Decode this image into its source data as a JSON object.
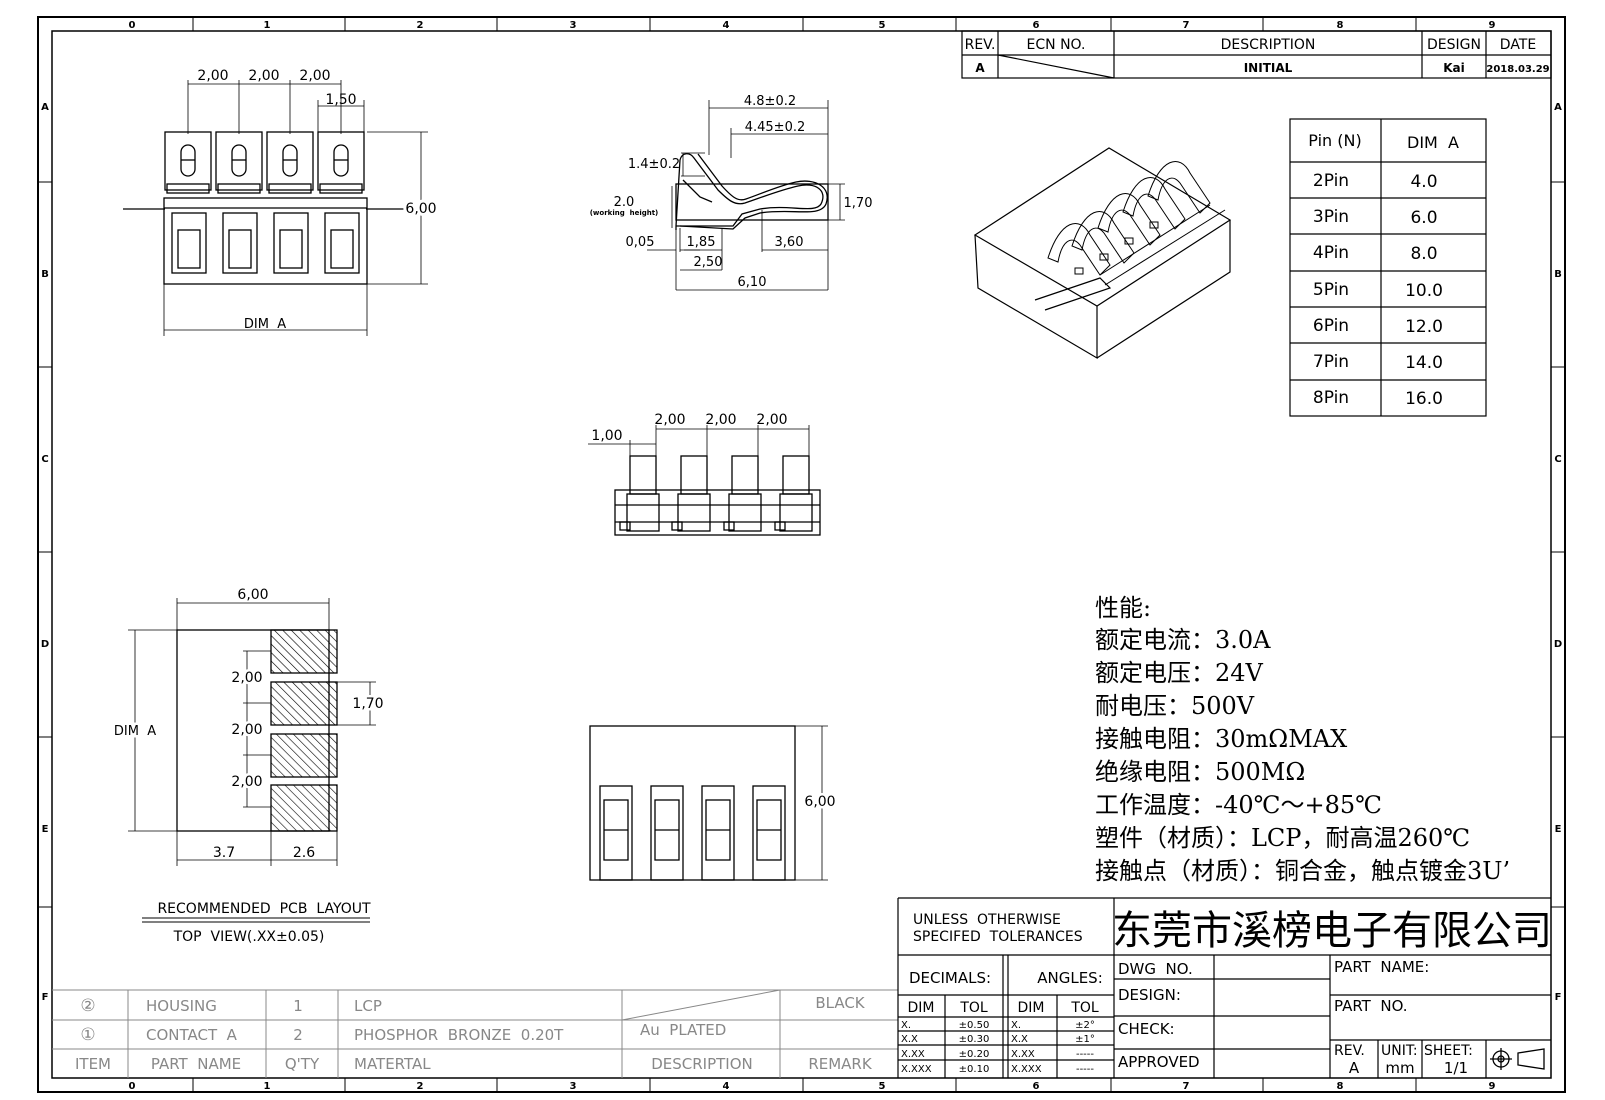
{
  "border": {
    "cols_top": [
      "0",
      "1",
      "2",
      "3",
      "4",
      "5",
      "6",
      "7",
      "8",
      "9"
    ],
    "cols_bottom": [
      "0",
      "1",
      "2",
      "3",
      "4",
      "5",
      "6",
      "7",
      "8",
      "9"
    ],
    "rows_left": [
      "A",
      "B",
      "C",
      "D",
      "E",
      "F"
    ],
    "rows_right": [
      "A",
      "B",
      "C",
      "D",
      "E",
      "F"
    ]
  },
  "revision_block": {
    "headers": {
      "rev": "REV.",
      "ecn": "ECN NO.",
      "description": "DESCRIPTION",
      "design": "DESIGN",
      "date": "DATE"
    },
    "row": {
      "rev": "A",
      "description": "INITIAL",
      "design": "Kai",
      "date": "2018.03.29"
    }
  },
  "pin_table": {
    "headers": [
      "Pin (N)",
      "DIM  A"
    ],
    "rows": [
      [
        "2Pin",
        "4.0"
      ],
      [
        "3Pin",
        "6.0"
      ],
      [
        "4Pin",
        "8.0"
      ],
      [
        "5Pin",
        "10.0"
      ],
      [
        "6Pin",
        "12.0"
      ],
      [
        "7Pin",
        "14.0"
      ],
      [
        "8Pin",
        "16.0"
      ]
    ]
  },
  "top_view": {
    "pitch_1": "2,00",
    "pitch_2": "2,00",
    "pitch_3": "2,00",
    "width_dim": "1,50",
    "height_dim": "6,00",
    "dim_a": "DIM  A"
  },
  "side_view": {
    "d_48": "4.8±0.2",
    "d_445": "4.45±0.2",
    "d_14": "1.4±0.2",
    "d_20": "2.0",
    "working_height": "(working  height)",
    "d_170": "1,70",
    "d_005": "0,05",
    "d_185": "1,85",
    "d_360": "3,60",
    "d_250": "2,50",
    "d_610": "6,10"
  },
  "front_view": {
    "d_100": "1,00",
    "pitch_1": "2,00",
    "pitch_2": "2,00",
    "pitch_3": "2,00"
  },
  "pcb_layout": {
    "width": "6,00",
    "dim_a": "DIM  A",
    "pitch_1": "2,00",
    "pitch_2": "2,00",
    "pitch_3": "2,00",
    "pad_h": "1,70",
    "d_37": "3.7",
    "d_26": "2.6",
    "caption_1": "RECOMMENDED  PCB  LAYOUT",
    "caption_2": "TOP  VIEW(.XX±0.05)"
  },
  "bottom_view": {
    "height": "6,00"
  },
  "specs": {
    "title": "性能:",
    "lines": [
      "额定电流：3.0A",
      "额定电压：24V",
      "耐电压：500V",
      "接触电阻：30mΩMAX",
      "绝缘电阻：500MΩ",
      "工作温度：-40℃～+85℃",
      "塑件（材质）：LCP，耐高温260℃",
      "接触点（材质）：铜合金，触点镀金3U’"
    ]
  },
  "bom": {
    "headers": {
      "item": "ITEM",
      "part_name": "PART  NAME",
      "qty": "Q'TY",
      "material": "MATERTAL",
      "description": "DESCRIPTION",
      "remark": "REMARK"
    },
    "rows": [
      {
        "item": "②",
        "part_name": "HOUSING",
        "qty": "1",
        "material": "LCP",
        "description": "",
        "remark": "BLACK"
      },
      {
        "item": "①",
        "part_name": "CONTACT  A",
        "qty": "2",
        "material": "PHOSPHOR  BRONZE  0.20T",
        "description": "Au  PLATED",
        "remark": ""
      }
    ]
  },
  "title_block": {
    "tolerance_note_1": "UNLESS  OTHERWISE",
    "tolerance_note_2": "SPECIFED  TOLERANCES",
    "company": "东莞市溪榜电子有限公司",
    "decimals": "DECIMALS:",
    "angles": "ANGLES:",
    "dim": "DIM",
    "tol": "TOL",
    "dec_rows": [
      [
        "X.",
        "±0.50"
      ],
      [
        "X.X",
        "±0.30"
      ],
      [
        "X.XX",
        "±0.20"
      ],
      [
        "X.XXX",
        "±0.10"
      ]
    ],
    "ang_rows": [
      [
        "X.",
        "±2°"
      ],
      [
        "X.X",
        "±1°"
      ],
      [
        "X.XX",
        "-----"
      ],
      [
        "X.XXX",
        "-----"
      ]
    ],
    "dwg_no": "DWG  NO.",
    "design": "DESIGN:",
    "check": "CHECK:",
    "approved": "APPROVED",
    "part_name": "PART  NAME:",
    "part_no": "PART  NO.",
    "rev_label": "REV.",
    "rev_value": "A",
    "unit_label": "UNIT:",
    "unit_value": "mm",
    "sheet_label": "SHEET:",
    "sheet_value": "1/1"
  }
}
